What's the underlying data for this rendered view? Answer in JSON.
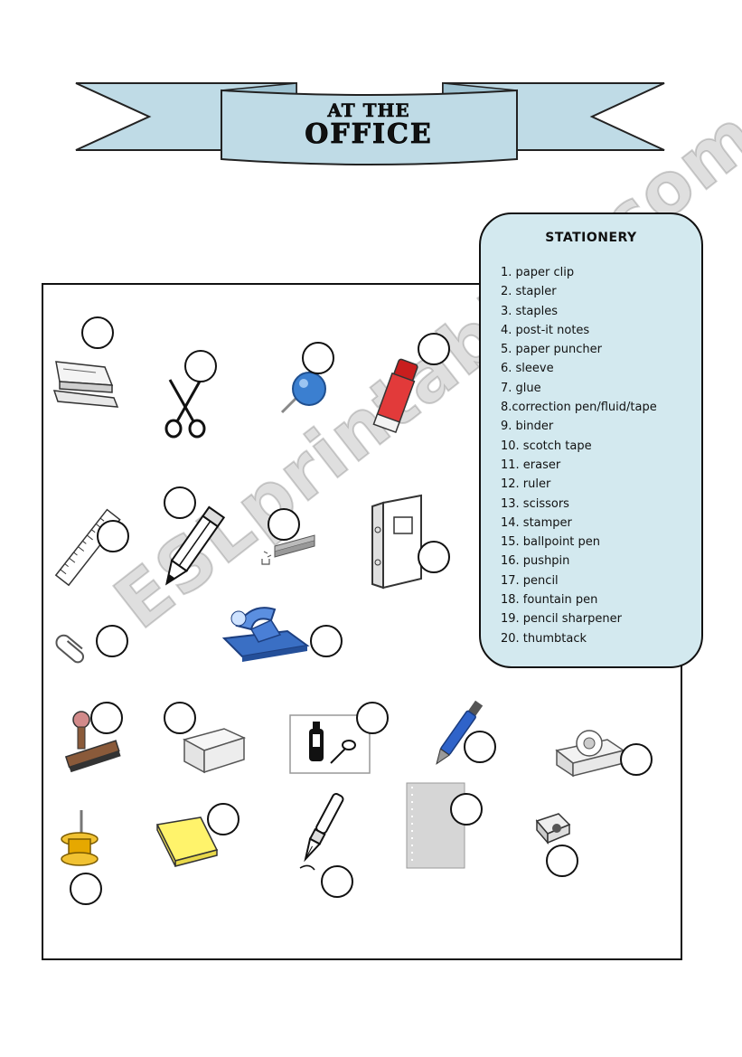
{
  "banner": {
    "line1": "AT THE",
    "line2": "OFFICE",
    "color": "#bfdbe6"
  },
  "stationery": {
    "title": "STATIONERY",
    "items": [
      "1. paper clip",
      "2. stapler",
      "3. staples",
      "4. post-it notes",
      "5. paper puncher",
      "6. sleeve",
      "7. glue",
      "8.correction pen/fluid/tape",
      "9. binder",
      "10. scotch tape",
      "11. eraser",
      "12. ruler",
      "13. scissors",
      "14. stamper",
      "15. ballpoint pen",
      "16. pushpin",
      "17. pencil",
      "18. fountain pen",
      "19. pencil sharpener",
      "20. thumbtack"
    ],
    "panel_color": "#d3e9ef"
  },
  "watermark": "ESLprintables.com",
  "icons": [
    "stapler-icon",
    "scissors-icon",
    "pushpin-icon",
    "glue-icon",
    "ruler-icon",
    "pencil-icon",
    "staples-icon",
    "binder-icon",
    "paper-clip-icon",
    "paper-puncher-icon",
    "stamper-icon",
    "eraser-icon",
    "correction-fluid-icon",
    "ballpoint-pen-icon",
    "scotch-tape-icon",
    "thumbtack-icon",
    "post-it-notes-icon",
    "fountain-pen-icon",
    "sleeve-icon",
    "pencil-sharpener-icon"
  ]
}
